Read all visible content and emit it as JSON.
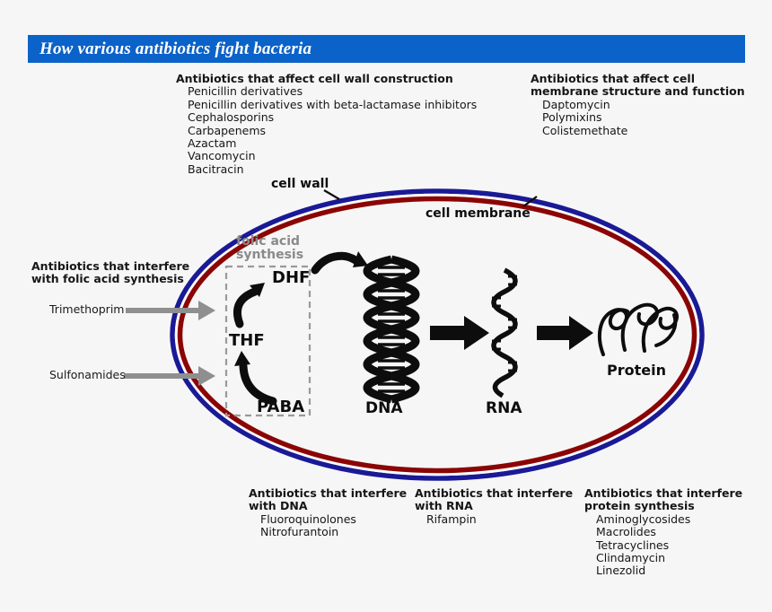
{
  "title_bar": {
    "label": "How various antibiotics fight bacteria",
    "bg_color": "#0b62c8"
  },
  "annotations": {
    "cell_wall": {
      "header": "Antibiotics that affect cell wall construction",
      "items": [
        "Penicillin derivatives",
        "Penicillin derivatives with beta-lactamase inhibitors",
        "Cephalosporins",
        "Carbapenems",
        "Azactam",
        "Vancomycin",
        "Bacitracin"
      ]
    },
    "cell_membrane": {
      "header": "Antibiotics that affect cell membrane structure and function",
      "items": [
        "Daptomycin",
        "Polymixins",
        "Colistemethate"
      ]
    },
    "folic_acid": {
      "header": "Antibiotics that interfere with folic acid synthesis",
      "items": [
        "Trimethoprim",
        "Sulfonamides"
      ]
    },
    "dna": {
      "header": "Antibiotics that interfere with DNA",
      "items": [
        "Fluoroquinolones",
        "Nitrofurantoin"
      ]
    },
    "rna": {
      "header": "Antibiotics that interfere with RNA",
      "items": [
        "Rifampin"
      ]
    },
    "protein": {
      "header": "Antibiotics that interfere protein synthesis",
      "items": [
        "Aminoglycosides",
        "Macrolides",
        "Tetracyclines",
        "Clindamycin",
        "Linezolid"
      ]
    }
  },
  "cell": {
    "wall_label": "cell wall",
    "membrane_label": "cell membrane",
    "wall_color": "#1a1a96",
    "membrane_color": "#8b0505"
  },
  "pathway": {
    "box_label": "folic acid synthesis",
    "dhf": "DHF",
    "thf": "THF",
    "paba": "PABA",
    "dna": "DNA",
    "rna": "RNA",
    "protein": "Protein"
  }
}
